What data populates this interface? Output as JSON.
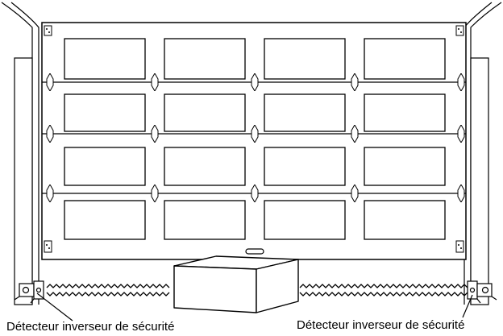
{
  "labels": {
    "left_sensor": "Détecteur inverseur de sécurité",
    "right_sensor": "Détecteur inverseur de sécurité"
  },
  "door": {
    "rows": 4,
    "columns": 4
  },
  "colors": {
    "stroke": "#000000",
    "background": "#ffffff"
  }
}
